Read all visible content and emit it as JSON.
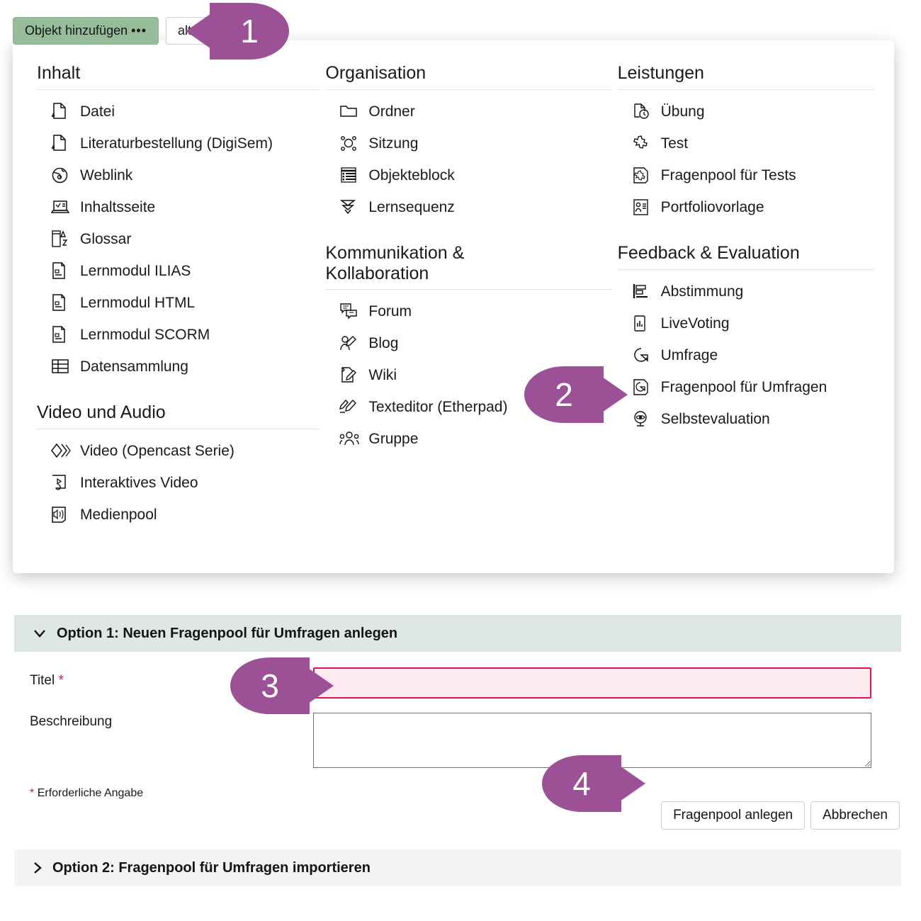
{
  "toolbar": {
    "add_object_label": "Objekt hinzufügen",
    "add_object_dots": "•••",
    "second_button_label": "alten"
  },
  "dropdown": {
    "columns": [
      {
        "name": "column-content",
        "groups": [
          {
            "title": "Inhalt",
            "items": [
              {
                "icon": "file-download-icon",
                "label": "Datei"
              },
              {
                "icon": "file-download-icon",
                "label": "Literaturbestellung (DigiSem)"
              },
              {
                "icon": "globe-link-icon",
                "label": "Weblink"
              },
              {
                "icon": "content-page-icon",
                "label": "Inhaltsseite"
              },
              {
                "icon": "glossary-az-icon",
                "label": "Glossar"
              },
              {
                "icon": "learning-module-icon",
                "label": "Lernmodul ILIAS"
              },
              {
                "icon": "learning-module-icon",
                "label": "Lernmodul HTML"
              },
              {
                "icon": "learning-module-icon",
                "label": "Lernmodul SCORM"
              },
              {
                "icon": "table-grid-icon",
                "label": "Datensammlung"
              }
            ]
          },
          {
            "title": "Video und Audio",
            "items": [
              {
                "icon": "opencast-diamonds-icon",
                "label": "Video (Opencast Serie)"
              },
              {
                "icon": "interactive-video-icon",
                "label": "Interaktives Video"
              },
              {
                "icon": "media-speaker-icon",
                "label": "Medienpool"
              }
            ]
          }
        ]
      },
      {
        "name": "column-organisation",
        "groups": [
          {
            "title": "Organisation",
            "items": [
              {
                "icon": "folder-icon",
                "label": "Ordner"
              },
              {
                "icon": "session-nodes-icon",
                "label": "Sitzung"
              },
              {
                "icon": "object-block-icon",
                "label": "Objekteblock"
              },
              {
                "icon": "learning-sequence-icon",
                "label": "Lernsequenz"
              }
            ]
          },
          {
            "title": "Kommunikation & Kollaboration",
            "items": [
              {
                "icon": "forum-icon",
                "label": "Forum"
              },
              {
                "icon": "blog-icon",
                "label": "Blog"
              },
              {
                "icon": "wiki-icon",
                "label": "Wiki"
              },
              {
                "icon": "etherpad-icon",
                "label": "Texteditor (Etherpad)"
              },
              {
                "icon": "group-icon",
                "label": "Gruppe"
              }
            ]
          }
        ]
      },
      {
        "name": "column-services",
        "groups": [
          {
            "title": "Leistungen",
            "items": [
              {
                "icon": "exercise-clock-icon",
                "label": "Übung"
              },
              {
                "icon": "test-puzzle-icon",
                "label": "Test"
              },
              {
                "icon": "question-pool-tests-icon",
                "label": "Fragenpool für Tests"
              },
              {
                "icon": "portfolio-template-icon",
                "label": "Portfoliovorlage"
              }
            ]
          },
          {
            "title": "Feedback & Evaluation",
            "items": [
              {
                "icon": "poll-bars-icon",
                "label": "Abstimmung"
              },
              {
                "icon": "livevoting-icon",
                "label": "LiveVoting"
              },
              {
                "icon": "survey-pie-icon",
                "label": "Umfrage"
              },
              {
                "icon": "question-pool-surveys-icon",
                "label": "Fragenpool für Umfragen"
              },
              {
                "icon": "self-evaluation-eye-icon",
                "label": "Selbstevaluation"
              }
            ]
          }
        ]
      }
    ]
  },
  "markers": {
    "one": "1",
    "two": "2",
    "three": "3",
    "four": "4"
  },
  "form": {
    "option1_title": "Option 1: Neuen Fragenpool für Umfragen anlegen",
    "option1_chevron": "chevron-down-icon",
    "title_label": "Titel",
    "title_required_mark": "*",
    "title_value": "",
    "description_label": "Beschreibung",
    "description_value": "",
    "required_note_mark": "*",
    "required_note": "Erforderliche Angabe",
    "submit_label": "Fragenpool anlegen",
    "cancel_label": "Abbrechen",
    "option2_title": "Option 2: Fragenpool für Umfragen importieren",
    "option2_chevron": "chevron-right-icon"
  },
  "colors": {
    "accent_green": "#96bc9a",
    "marker_purple": "#9c5197",
    "header_green": "#dfe7e2",
    "header_grey": "#f4f3f5",
    "required_pink_bg": "#fdeaef",
    "required_pink_border": "#e0134f"
  }
}
